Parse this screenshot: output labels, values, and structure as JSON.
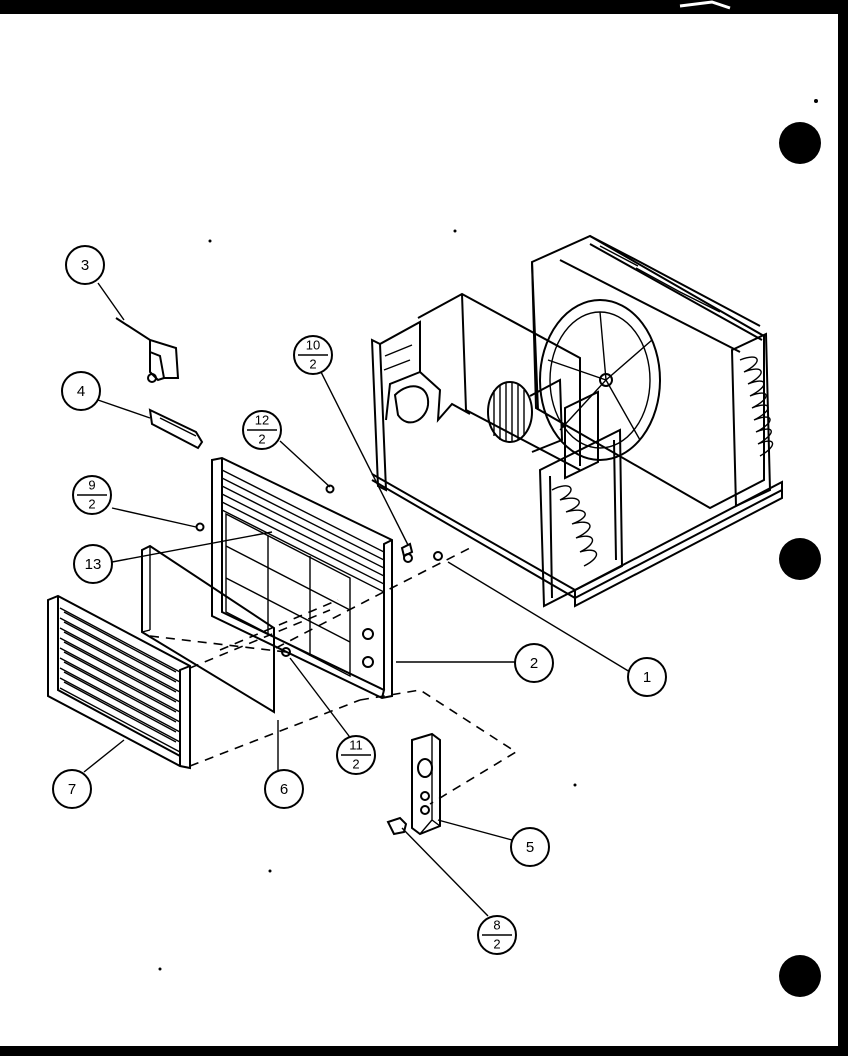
{
  "callouts": {
    "c1": "1",
    "c2": "2",
    "c3": "3",
    "c4": "4",
    "c5": "5",
    "c6": "6",
    "c7": "7",
    "c13": "13",
    "c8": {
      "top": "8",
      "bottom": "2"
    },
    "c9": {
      "top": "9",
      "bottom": "2"
    },
    "c10": {
      "top": "10",
      "bottom": "2"
    },
    "c11": {
      "top": "11",
      "bottom": "2"
    },
    "c12": {
      "top": "12",
      "bottom": "2"
    }
  }
}
